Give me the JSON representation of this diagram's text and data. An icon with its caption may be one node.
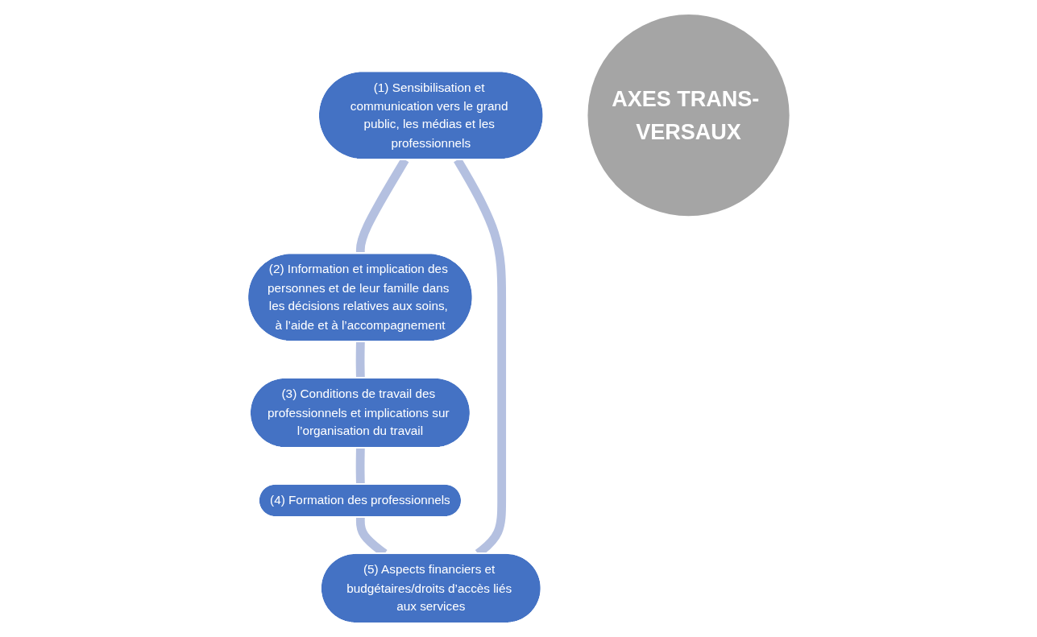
{
  "diagram": {
    "nodes": [
      {
        "text": [
          "(1) Sensibilisation et communication vers le grand public, les médias et les professionnels"
        ]
      },
      {
        "text": [
          "(2) Information et implication des personnes et de leur famille dans les décisions relatives aux soins, à l’aide et à l’accompagnement"
        ]
      },
      {
        "text": [
          "(3) Conditions de travail des professionnels et implications sur l’organisation du travail"
        ]
      },
      {
        "text": [
          "(4) Formation des professionnels"
        ]
      },
      {
        "text": [
          "(5) Aspects financiers et budgétaires/droits d’accès liés aux services"
        ]
      },
      {
        "text": [
          "AXES TRANS- VERSAUX"
        ]
      }
    ],
    "edges": [
      {
        "from": 0,
        "to": 1,
        "arrow": "none"
      },
      {
        "from": 1,
        "to": 2,
        "arrow": "none"
      },
      {
        "from": 2,
        "to": 3,
        "arrow": "none"
      },
      {
        "from": 3,
        "to": 4,
        "arrow": "none"
      },
      {
        "from": 4,
        "to": 0,
        "arrow": "none"
      }
    ]
  }
}
